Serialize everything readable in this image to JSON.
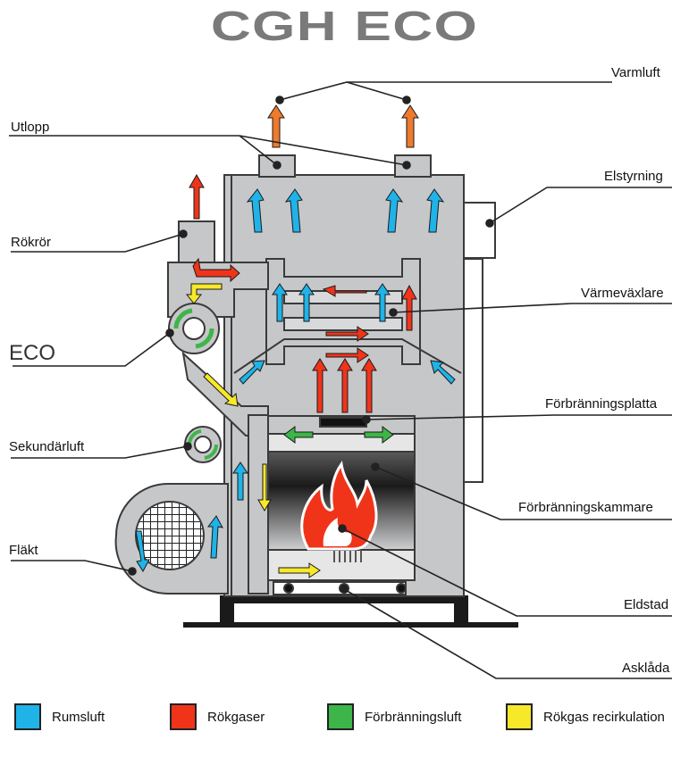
{
  "title": "CGH ECO",
  "labels": {
    "varmluft": "Varmluft",
    "utlopp": "Utlopp",
    "elstyrning": "Elstyrning",
    "rokror": "Rökrör",
    "varmevaxlare": "Värmeväxlare",
    "eco": "ECO",
    "forbranningsplatta": "Förbränningsplatta",
    "sekundarluft": "Sekundärluft",
    "forbranningskammare": "Förbränningskammare",
    "flakt": "Fläkt",
    "eldstad": "Eldstad",
    "asklada": "Asklåda"
  },
  "legend": [
    {
      "label": "Rumsluft",
      "color": "#1fb3e8"
    },
    {
      "label": "Rökgaser",
      "color": "#f0341a"
    },
    {
      "label": "Förbränningsluft",
      "color": "#3db548"
    },
    {
      "label": "Rökgas recirkulation",
      "color": "#f7e829"
    }
  ],
  "colors": {
    "body": "#c6c7c9",
    "outline": "#3a3a3a",
    "chamber_dark": "#1a1a1a",
    "flame": "#f0341a",
    "warm_arrow": "#ee7a2c"
  }
}
